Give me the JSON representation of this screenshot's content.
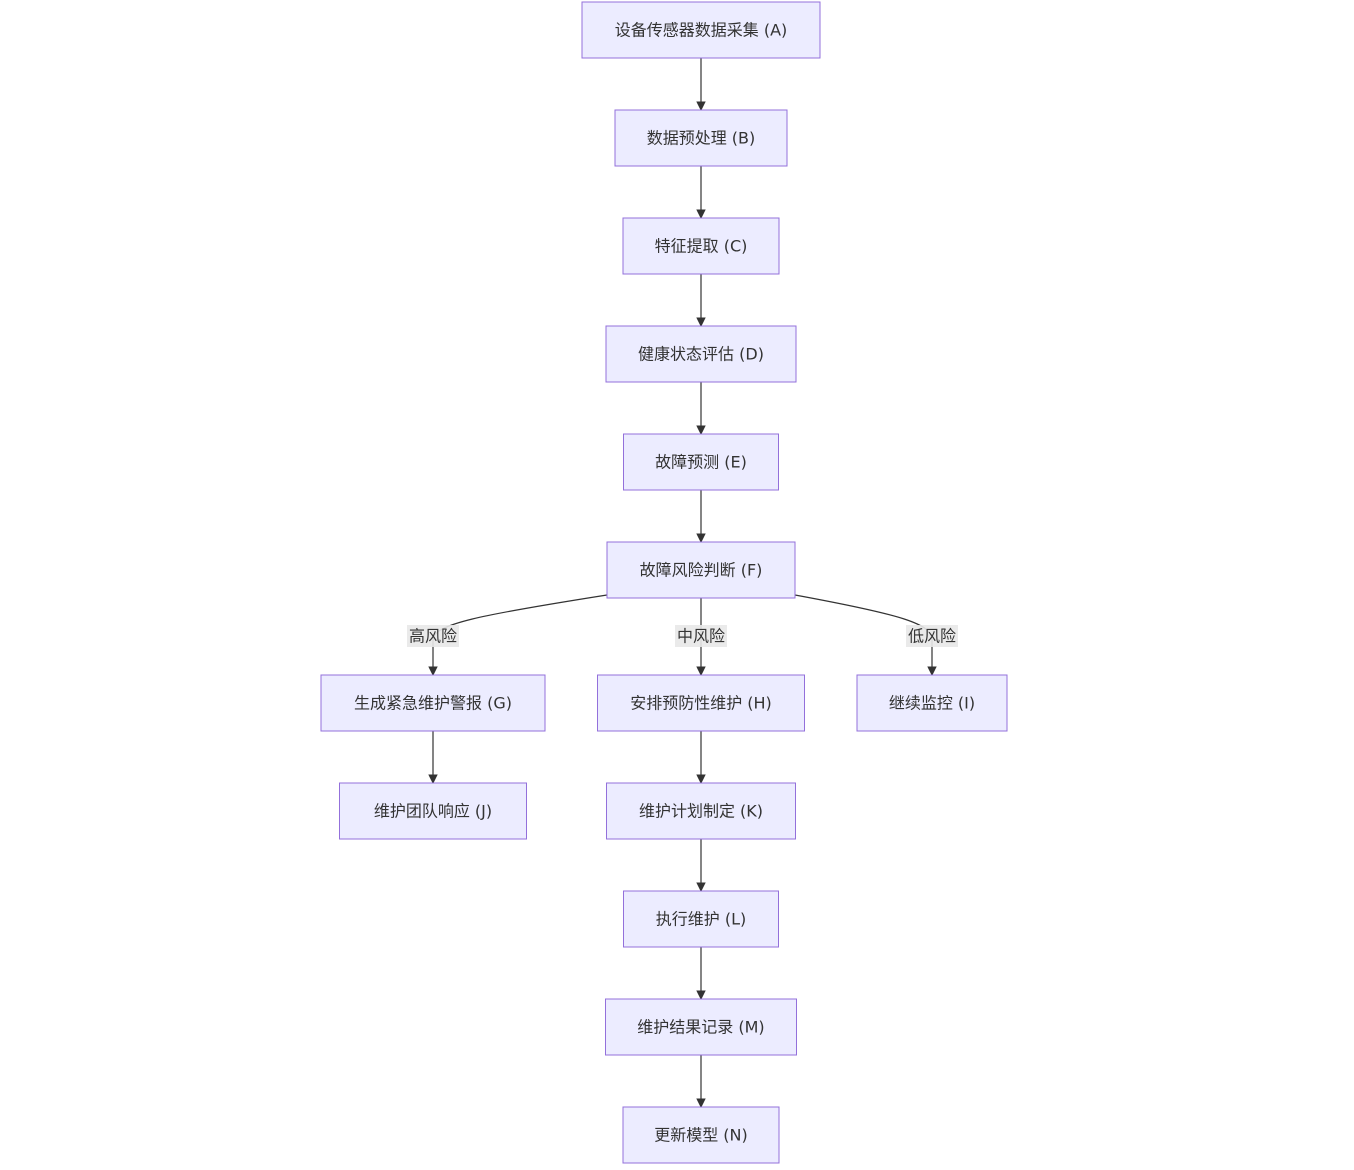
{
  "nodes": [
    {
      "id": "A",
      "label": "设备传感器数据采集 (A)"
    },
    {
      "id": "B",
      "label": "数据预处理 (B)"
    },
    {
      "id": "C",
      "label": "特征提取 (C)"
    },
    {
      "id": "D",
      "label": "健康状态评估 (D)"
    },
    {
      "id": "E",
      "label": "故障预测 (E)"
    },
    {
      "id": "F",
      "label": "故障风险判断 (F)"
    },
    {
      "id": "G",
      "label": "生成紧急维护警报 (G)"
    },
    {
      "id": "H",
      "label": "安排预防性维护 (H)"
    },
    {
      "id": "I",
      "label": "继续监控 (I)"
    },
    {
      "id": "J",
      "label": "维护团队响应 (J)"
    },
    {
      "id": "K",
      "label": "维护计划制定 (K)"
    },
    {
      "id": "L",
      "label": "执行维护 (L)"
    },
    {
      "id": "M",
      "label": "维护结果记录 (M)"
    },
    {
      "id": "N",
      "label": "更新模型 (N)"
    }
  ],
  "edges": [
    {
      "from": "A",
      "to": "B",
      "label": ""
    },
    {
      "from": "B",
      "to": "C",
      "label": ""
    },
    {
      "from": "C",
      "to": "D",
      "label": ""
    },
    {
      "from": "D",
      "to": "E",
      "label": ""
    },
    {
      "from": "E",
      "to": "F",
      "label": ""
    },
    {
      "from": "F",
      "to": "G",
      "label": "高风险"
    },
    {
      "from": "F",
      "to": "H",
      "label": "中风险"
    },
    {
      "from": "F",
      "to": "I",
      "label": "低风险"
    },
    {
      "from": "G",
      "to": "J",
      "label": ""
    },
    {
      "from": "H",
      "to": "K",
      "label": ""
    },
    {
      "from": "K",
      "to": "L",
      "label": ""
    },
    {
      "from": "L",
      "to": "M",
      "label": ""
    },
    {
      "from": "M",
      "to": "N",
      "label": ""
    }
  ],
  "colors": {
    "node_fill": "#ECECFF",
    "node_stroke": "#9370DB",
    "edge": "#333333",
    "text": "#333333",
    "edge_label_bg": "#e8e8e8"
  }
}
